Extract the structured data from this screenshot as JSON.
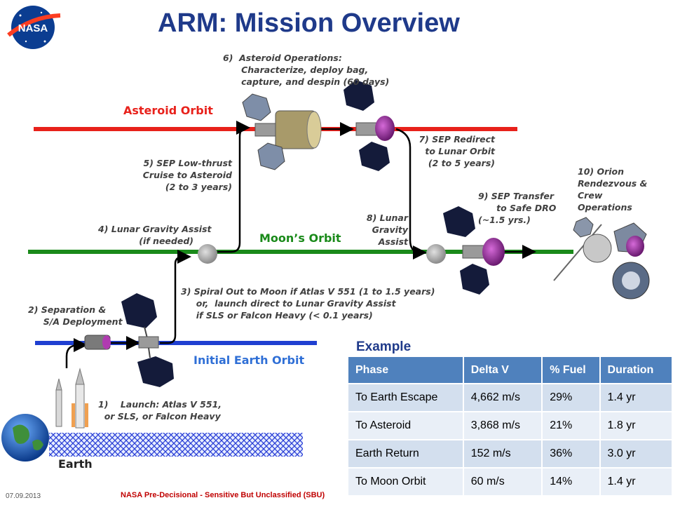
{
  "title": "ARM: Mission Overview",
  "logo": {
    "text": "NASA"
  },
  "orbits": {
    "asteroid": {
      "label": "Asteroid Orbit",
      "color": "#e8211b"
    },
    "moon": {
      "label": "Moon’s Orbit",
      "color": "#1a8a1a"
    },
    "earth": {
      "label": "Initial Earth Orbit",
      "color": "#1f3fd1"
    }
  },
  "earth_label": "Earth",
  "steps": {
    "s1": "1)    Launch: Atlas V 551,\n  or SLS, or Falcon Heavy",
    "s2": "2) Separation &\n     S/A Deployment",
    "s3": "3) Spiral Out to Moon if Atlas V 551 (1 to 1.5 years)\n     or,  launch direct to Lunar Gravity Assist\n     if SLS or Falcon Heavy (< 0.1 years)",
    "s4": "4) Lunar Gravity Assist\n(if needed)",
    "s5": "5) SEP Low-thrust\nCruise to Asteroid\n(2 to 3 years)",
    "s6": "6)  Asteroid Operations:\n      Characterize, deploy bag,\n      capture, and despin (60 days)",
    "s7": "7) SEP Redirect\nto Lunar Orbit\n(2 to 5 years)",
    "s8": "8) Lunar\nGravity\nAssist",
    "s9": "9) SEP Transfer\n      to Safe DRO\n(~1.5 yrs.)",
    "s10": "10) Orion\nRendezvous &\nCrew\nOperations"
  },
  "example": {
    "title": "Example",
    "headers": [
      "Phase",
      "Delta V",
      "% Fuel",
      "Duration"
    ],
    "rows": [
      [
        "To Earth Escape",
        "4,662 m/s",
        "29%",
        "1.4 yr"
      ],
      [
        "To Asteroid",
        "3,868 m/s",
        "21%",
        "1.8 yr"
      ],
      [
        "Earth Return",
        "152 m/s",
        "36%",
        "3.0 yr"
      ],
      [
        "To Moon Orbit",
        "60 m/s",
        "14%",
        "1.4 yr"
      ]
    ]
  },
  "footer": {
    "date": "07.09.2013",
    "note": "NASA Pre-Decisional - Sensitive But Unclassified (SBU)"
  }
}
